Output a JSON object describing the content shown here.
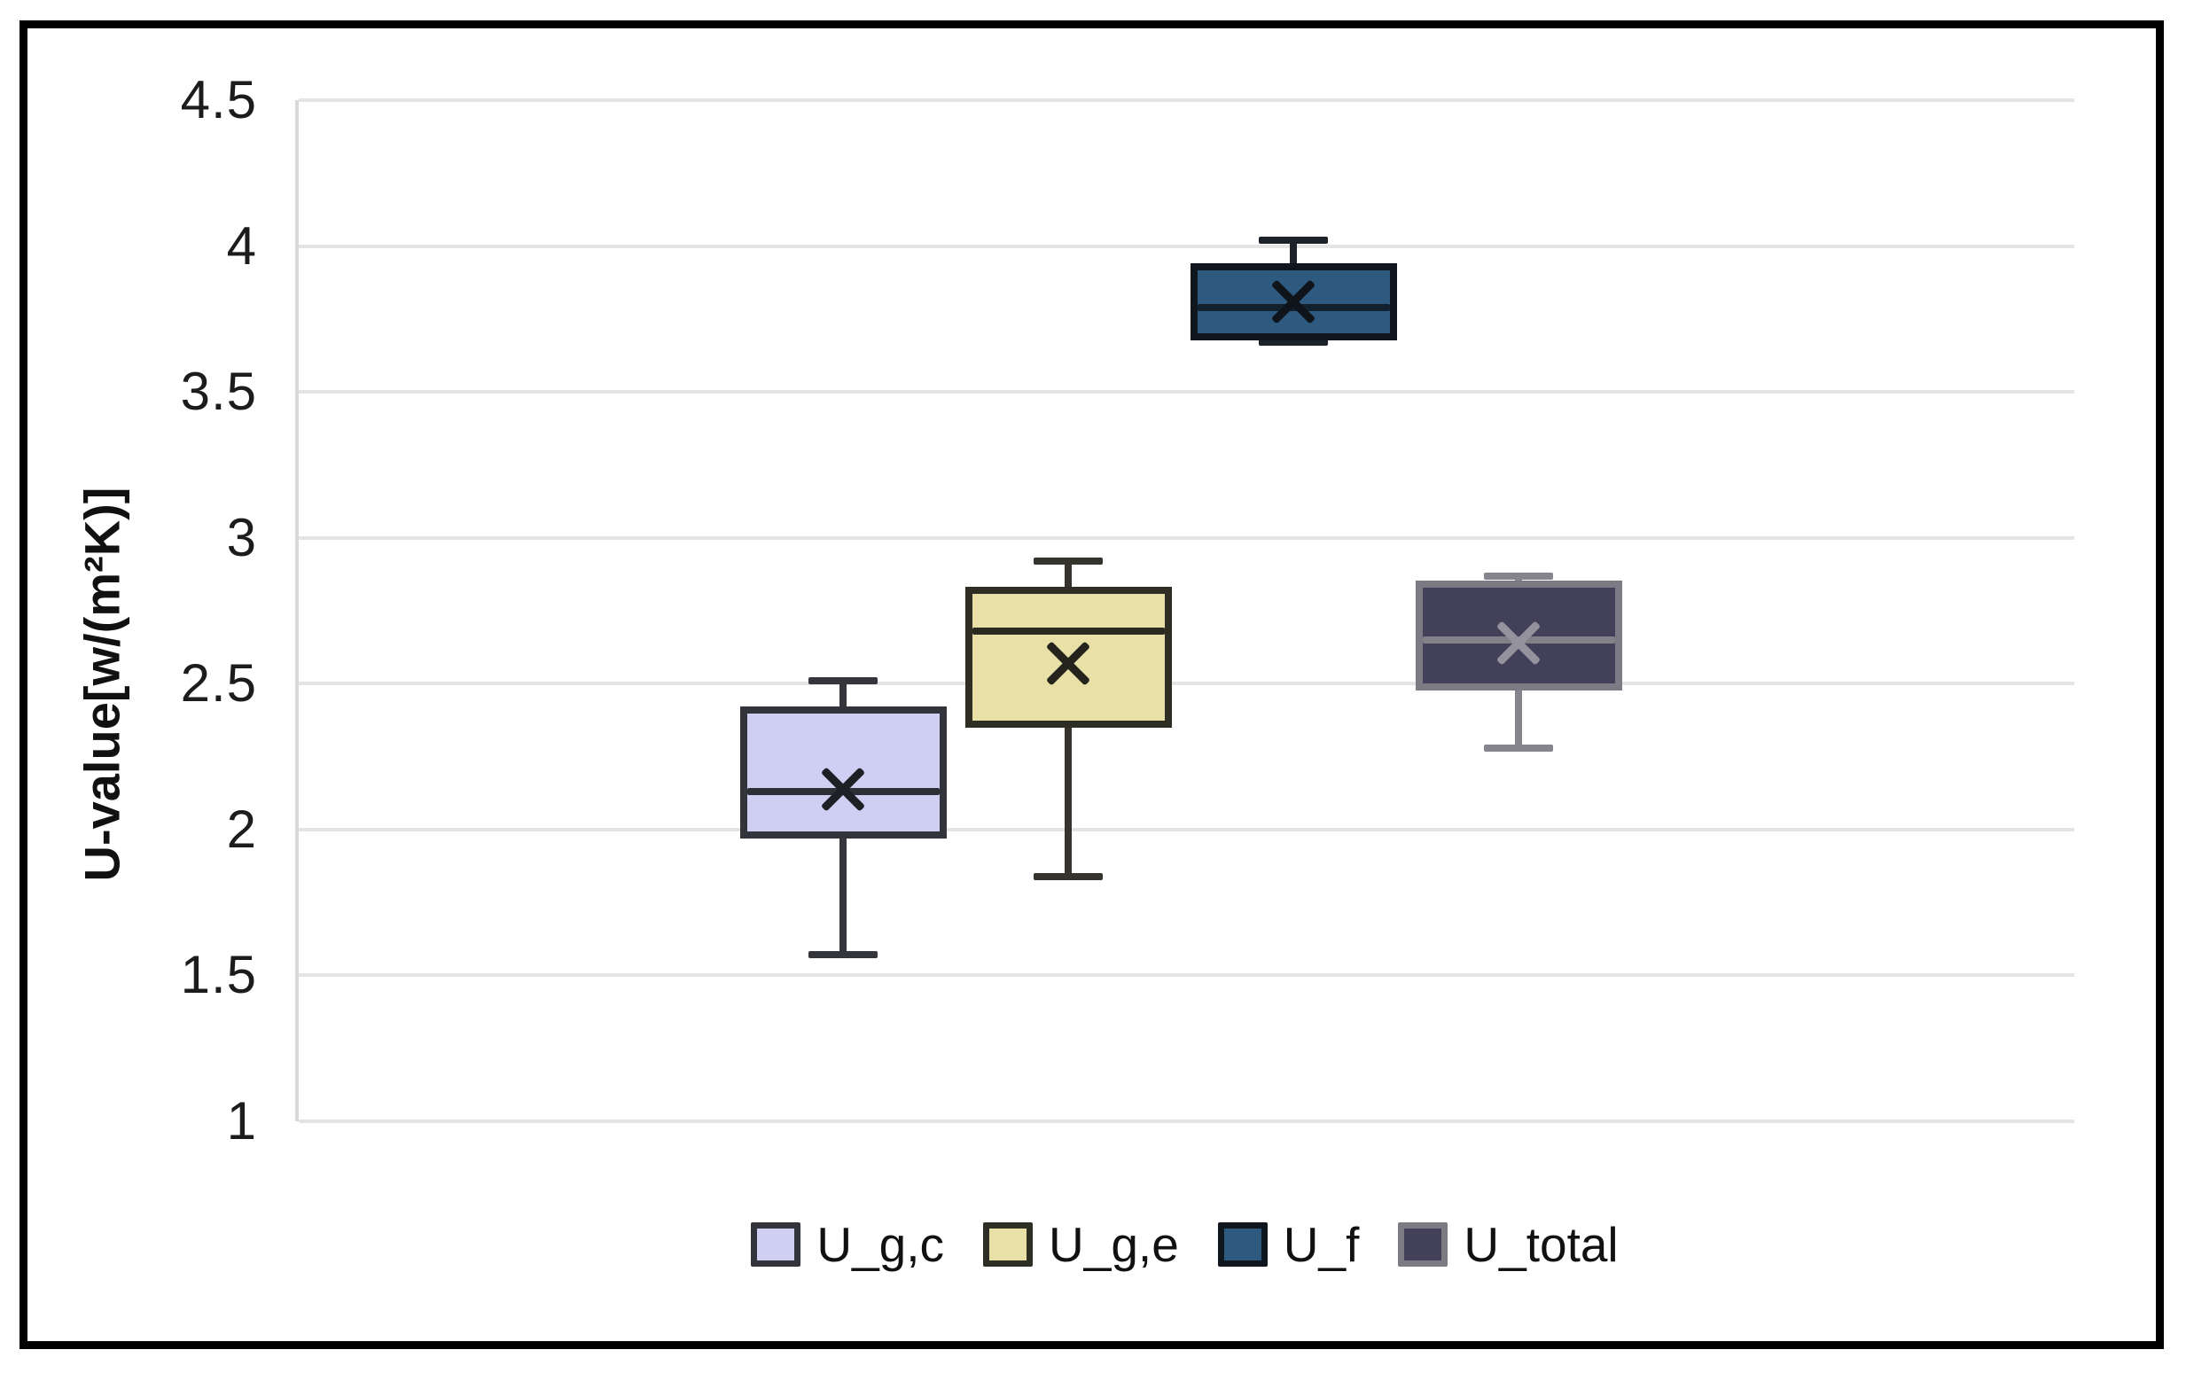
{
  "chart_data": {
    "type": "boxplot",
    "title": "",
    "ylabel": "U-value[w/(m²K)]",
    "ylim": [
      1,
      4.5
    ],
    "ytick_step": 0.5,
    "yticks": [
      "4.5",
      "4",
      "3.5",
      "3",
      "2.5",
      "2",
      "1.5",
      "1"
    ],
    "grid": "horizontal",
    "grid_color": "#e4e4e4",
    "axis_line_color": "#d9d9d9",
    "tick_label_color": "#1c1c1c",
    "legend_position": "bottom-center",
    "series": [
      {
        "name": "U_g,c",
        "fill": "#cfcef3",
        "stroke": "#33333c",
        "whisker_color": "#35353c",
        "median_color": "#2e2e36",
        "mean_color": "#1f1f26",
        "low": 1.57,
        "q1": 1.98,
        "median": 2.13,
        "mean": 2.14,
        "q3": 2.41,
        "high": 2.51
      },
      {
        "name": "U_g,e",
        "fill": "#e8e0a6",
        "stroke": "#2e2e24",
        "whisker_color": "#34342c",
        "median_color": "#2b2b22",
        "mean_color": "#24241c",
        "low": 1.84,
        "q1": 2.36,
        "median": 2.68,
        "mean": 2.57,
        "q3": 2.82,
        "high": 2.92
      },
      {
        "name": "U_f",
        "fill": "#2e5a80",
        "stroke": "#10161e",
        "whisker_color": "#1c222a",
        "median_color": "#13202e",
        "mean_color": "#0e141a",
        "low": 3.67,
        "q1": 3.69,
        "median": 3.79,
        "mean": 3.81,
        "q3": 3.93,
        "high": 4.02
      },
      {
        "name": "U_total",
        "fill": "#434159",
        "stroke": "#7c7b83",
        "whisker_color": "#85848c",
        "median_color": "#82818a",
        "mean_color": "#94929c",
        "low": 2.28,
        "q1": 2.49,
        "median": 2.65,
        "mean": 2.64,
        "q3": 2.84,
        "high": 2.87
      }
    ]
  }
}
